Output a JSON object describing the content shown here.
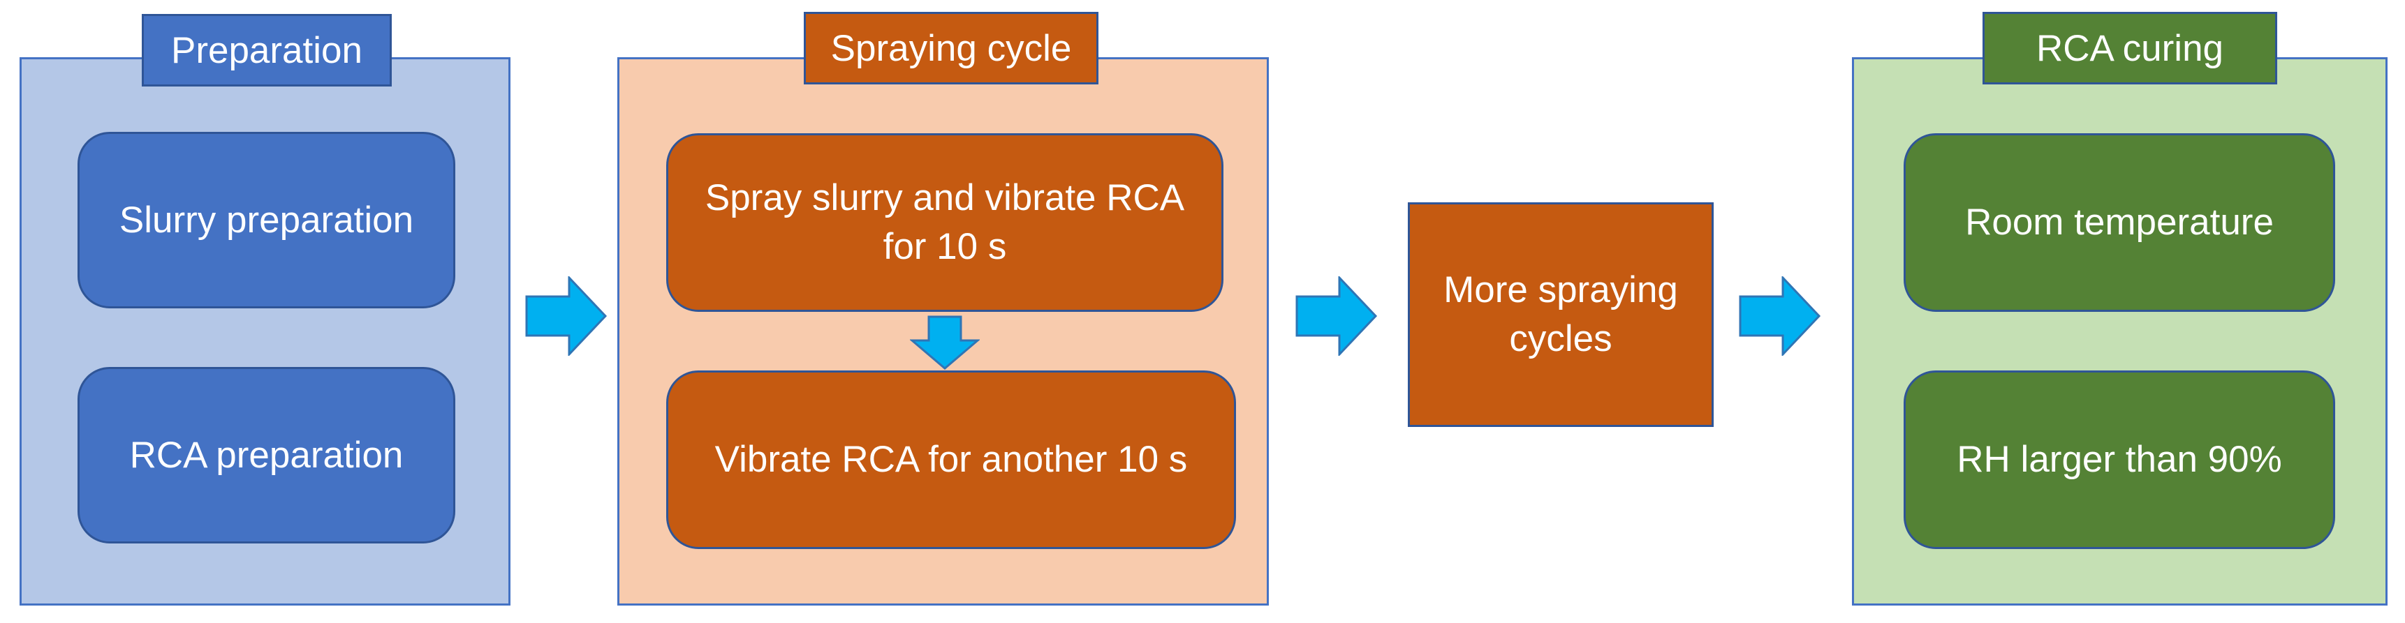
{
  "colors": {
    "prep_panel_bg": "#B4C7E7",
    "prep_step_bg": "#4472C4",
    "spray_panel_bg": "#F8CBAD",
    "spray_step_bg": "#C55A11",
    "curing_panel_bg": "#C5E0B4",
    "curing_step_bg": "#548235",
    "arrow_fill": "#00B0F0",
    "panel_border": "#4472C4"
  },
  "preparation": {
    "title": "Preparation",
    "steps": [
      {
        "label": "Slurry preparation"
      },
      {
        "label": "RCA preparation"
      }
    ]
  },
  "spraying_cycle": {
    "title": "Spraying cycle",
    "steps": [
      {
        "label": "Spray slurry and vibrate RCA for 10 s"
      },
      {
        "label": "Vibrate RCA for another 10 s"
      }
    ]
  },
  "more_cycles": {
    "label": "More spraying cycles"
  },
  "rca_curing": {
    "title": "RCA curing",
    "steps": [
      {
        "label": "Room temperature"
      },
      {
        "label": "RH larger than 90%"
      }
    ]
  },
  "arrows": [
    {
      "icon": "right-arrow-icon"
    },
    {
      "icon": "down-arrow-icon"
    },
    {
      "icon": "right-arrow-icon"
    },
    {
      "icon": "right-arrow-icon"
    }
  ]
}
